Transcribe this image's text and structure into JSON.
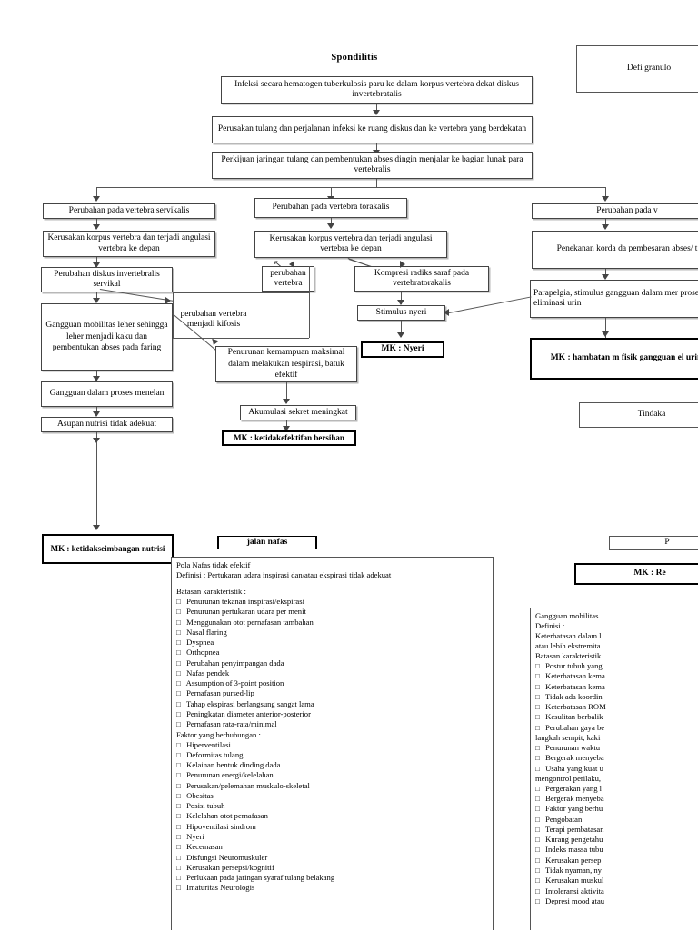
{
  "diagram": {
    "title": "Spondilitis",
    "flow": {
      "n1": "Infeksi secara hematogen tuberkulosis paru ke dalam korpus vertebra dekat diskus invertebratalis",
      "n2": "Perusakan tulang dan perjalanan infeksi ke ruang diskus dan ke vertebra yang berdekatan",
      "n3": "Perkijuan jaringan tulang dan pembentukan abses dingin menjalar ke bagian lunak para vertebralis",
      "servikal": "Perubahan pada vertebra servikalis",
      "servikal_korpus": "Kerusakan korpus vertebra dan terjadi angulasi vertebra ke depan",
      "diskus_servikal": "Perubahan diskus invertebralis servikal",
      "gangguan_mobilitas_leher": "Gangguan mobilitas leher sehingga leher menjadi kaku dan pembentukan abses pada faring",
      "gangguan_menelan": "Gangguan dalam proses menelan",
      "asupan_nutrisi": "Asupan nutrisi tidak adekuat",
      "torakalis": "Perubahan pada vertebra torakalis",
      "torakalis_korpus": "Kerusakan korpus vertebra dan terjadi angulasi vertebra ke depan",
      "perubahan_vertebra": "perubahan vertebra",
      "kifosis": "perubahan vertebra menjadi kifosis",
      "kompresi_radiks": "Kompresi radiks saraf pada vertebratorakalis",
      "stimulus_nyeri": "Stimulus nyeri",
      "mk_nyeri": "MK : Nyeri",
      "penurunan_respirasi": "Penurunan kemampuan maksimal dalam melakukan respirasi,  batuk efektif",
      "akumulasi_sekret": "Akumulasi sekret meningkat",
      "mk_bersihan": "MK : ketidakefektifan bersihan",
      "lumbal": "Perubahan pada v",
      "penekanan_korda": "Penekanan korda da pembesaran abses/ t",
      "parapelgia": "Parapelgia, stimulus  gangguan dalam mer proses eliminasi urin",
      "mk_hambatan": "MK : hambatan m fisik  gangguan el urin",
      "tindakan": "Tindaka",
      "definisi_granulo": "Defi granulo"
    },
    "bottom": {
      "mk_nutrisi": "MK : ketidakseimbangan nutrisi",
      "bracket_label": "jalan nafas",
      "mk_peningkatan": "P",
      "mk_resiko": "MK : Re"
    }
  },
  "panel_left": {
    "heading1": "Pola Nafas tidak efektif",
    "heading2": "Definisi : Pertukaran udara inspirasi dan/atau ekspirasi tidak adekuat",
    "section1": "Batasan karakteristik :",
    "items1": [
      "Penurunan tekanan inspirasi/ekspirasi",
      "Penurunan pertukaran udara per menit",
      "Menggunakan otot pernafasan tambahan",
      "Nasal flaring",
      "Dyspnea",
      "Orthopnea",
      "Perubahan penyimpangan dada",
      "Nafas pendek",
      "Assumption of 3-point position",
      "Pernafasan pursed-lip",
      "Tahap ekspirasi berlangsung sangat lama",
      "Peningkatan diameter anterior-posterior",
      "Pernafasan rata-rata/minimal"
    ],
    "section2": "Faktor yang berhubungan :",
    "items2": [
      "Hiperventilasi",
      "Deformitas tulang",
      "Kelainan bentuk dinding dada",
      "Penurunan energi/kelelahan",
      "Perusakan/pelemahan muskulo-skeletal",
      "Obesitas",
      "Posisi tubuh",
      "Kelelahan otot pernafasan",
      "Hipoventilasi sindrom",
      "Nyeri",
      "Kecemasan",
      "Disfungsi Neuromuskuler",
      "Kerusakan persepsi/kognitif",
      "Perlukaan pada jaringan syaraf tulang belakang",
      "Imaturitas Neurologis"
    ]
  },
  "panel_right": {
    "heading1": "Gangguan mobilitas ",
    "heading2": "Definisi :",
    "heading3": "Keterbatasan dalam l",
    "heading4": "atau lebih ekstremita",
    "section1": "Batasan karakteristik",
    "items": [
      "Postur tubuh yang",
      "Keterbatasan kema",
      "Keterbatasan kema",
      "Tidak ada koordin",
      "Keterbatasan ROM",
      "Kesulitan berbalik",
      "Perubahan gaya be"
    ],
    "cont1": "langkah sempit, kaki",
    "items2": [
      "Penurunan waktu ",
      "Bergerak menyeba",
      "Usaha yang kuat u"
    ],
    "cont2": "mengontrol perilaku,",
    "items3": [
      "Pergerakan yang l",
      "Bergerak menyeba",
      "Faktor yang berhu",
      "Pengobatan",
      "Terapi pembatasan",
      "Kurang pengetahu",
      "Indeks massa tubu",
      "Kerusakan persep",
      "Tidak nyaman, ny",
      "Kerusakan muskul",
      "Intoleransi aktivita",
      "Depresi mood atau"
    ]
  },
  "colors": {
    "line": "#555555",
    "box_border": "#444444",
    "shadow": "#b8b8b8",
    "background": "#ffffff",
    "text": "#000000"
  }
}
